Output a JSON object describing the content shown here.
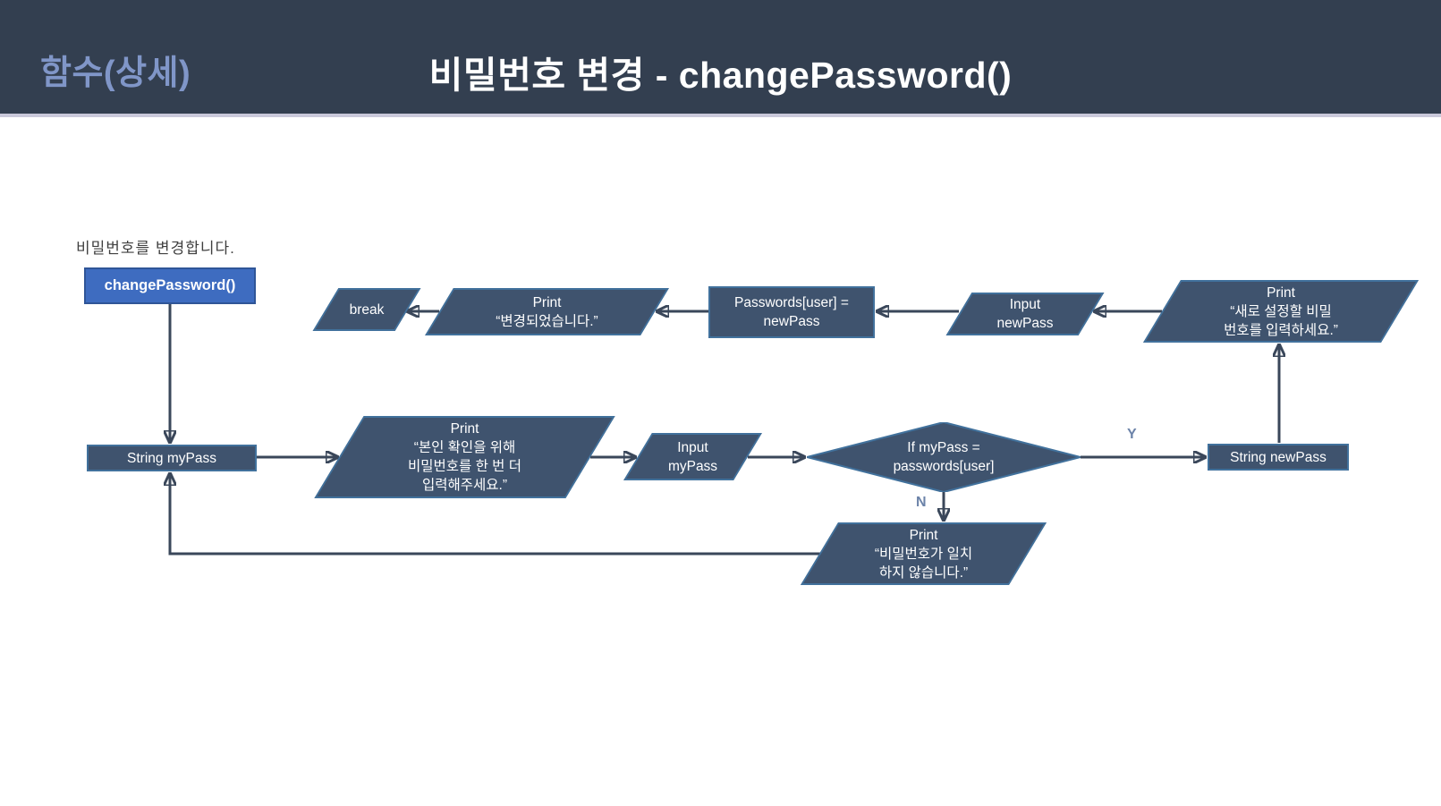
{
  "header": {
    "left_label": "함수(상세)",
    "title": "비밀번호 변경 - changePassword()"
  },
  "intro_text": "비밀번호를 변경합니다.",
  "nodes": {
    "start": {
      "label": "changePassword()"
    },
    "string_mypass": {
      "label": "String myPass"
    },
    "print_confirm": {
      "lines": [
        "Print",
        "“본인 확인을 위해",
        "비밀번호를 한 번 더",
        "입력해주세요.”"
      ]
    },
    "input_mypass": {
      "lines": [
        "Input",
        "myPass"
      ]
    },
    "decision": {
      "lines": [
        "If myPass =",
        "passwords[user]"
      ]
    },
    "string_newpass": {
      "label": "String newPass"
    },
    "print_newpass": {
      "lines": [
        "Print",
        "“새로 설정할 비밀",
        "번호를 입력하세요.”"
      ]
    },
    "input_newpass": {
      "lines": [
        "Input",
        "newPass"
      ]
    },
    "assign": {
      "lines": [
        "Passwords[user] =",
        "newPass"
      ]
    },
    "print_changed": {
      "lines": [
        "Print",
        "“변경되었습니다.”"
      ]
    },
    "break_node": {
      "label": "break"
    },
    "print_mismatch": {
      "lines": [
        "Print",
        "“비밀번호가 일치",
        "하지 않습니다.”"
      ]
    }
  },
  "branch_labels": {
    "yes": "Y",
    "no": "N"
  },
  "colors": {
    "header_bg": "#333F50",
    "header_label": "#8096C8",
    "shape_fill": "#3F536E",
    "shape_border": "#41719C",
    "start_fill": "#3E6CC0",
    "start_border": "#2F5597",
    "arrow": "#3A475A",
    "branch_label": "#6C83A9"
  }
}
